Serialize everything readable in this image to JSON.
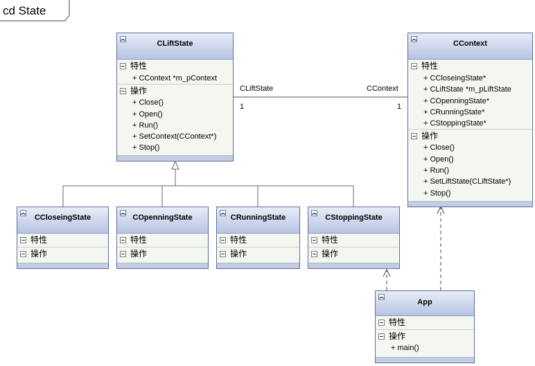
{
  "frame": {
    "title": "cd State"
  },
  "sections": {
    "attributes": "特性",
    "operations": "操作"
  },
  "classes": {
    "clift_state": {
      "name": "CLiftState",
      "attributes": [
        "+ CContext *m_pContext"
      ],
      "operations": [
        "+ Close()",
        "+ Open()",
        "+ Run()",
        "+ SetContext(CContext*)",
        "+ Stop()"
      ]
    },
    "ccontext": {
      "name": "CContext",
      "attributes": [
        "+ CCloseingState*",
        "+ CLiftState *m_pLiftState",
        "+ COpenningState*",
        "+ CRunningState*",
        "+ CStoppingState*"
      ],
      "operations": [
        "+ Close()",
        "+ Open()",
        "+ Run()",
        "+ SetLiftState(CLiftState*)",
        "+ Stop()"
      ]
    },
    "ccloseing_state": {
      "name": "CCloseingState"
    },
    "copenning_state": {
      "name": "COpenningState"
    },
    "crunning_state": {
      "name": "CRunningState"
    },
    "cstopping_state": {
      "name": "CStoppingState"
    },
    "app": {
      "name": "App",
      "operations": [
        "+ main()"
      ]
    }
  },
  "association": {
    "left_role": "CLiftState",
    "left_multiplicity": "1",
    "right_role": "CContext",
    "right_multiplicity": "1"
  }
}
